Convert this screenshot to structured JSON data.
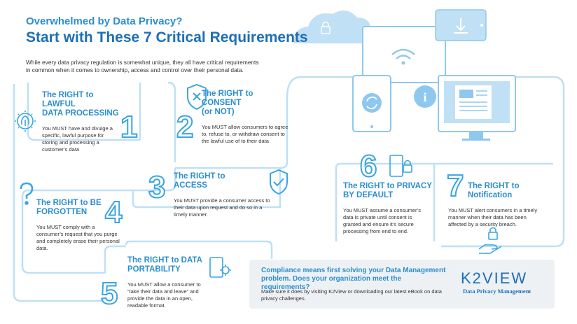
{
  "header": {
    "line1": "Overwhelmed by Data Privacy?",
    "line2": "Start with These 7 Critical Requirements",
    "intro": "While every data privacy regulation is somewhat unique, they all have critical requirements in common when it comes to ownership, access and control over their personal data."
  },
  "items": [
    {
      "number": "1",
      "title_a": "The RIGHT to LAWFUL",
      "title_b": "DATA PROCESSING",
      "body": "You MUST have and divulge a specific, lawful purpose for storing and processing a customer’s data"
    },
    {
      "number": "2",
      "title_a": "The RIGHT to CONSENT",
      "title_b": "(or NOT)",
      "body": "You MUST allow consumers to agree to, refuse to, or withdraw consent to the lawful use of to their data"
    },
    {
      "number": "3",
      "title_a": "The RIGHT to",
      "title_b": "ACCESS",
      "body": "You MUST provide a consumer access to their data upon request and do so in a timely manner."
    },
    {
      "number": "4",
      "title_a": "The RIGHT to BE",
      "title_b": "FORGOTTEN",
      "body": "You MUST comply with a consumer’s request that you purge and completely erase their personal data."
    },
    {
      "number": "5",
      "title_a": "The RIGHT to DATA",
      "title_b": "PORTABILITY",
      "body": "You MUST allow a consumer to “take their data and leave” and provide the data in an open, readable format."
    },
    {
      "number": "6",
      "title_a": "The RIGHT to PRIVACY",
      "title_b": "BY DEFAULT",
      "body": "You MUST assume a consumer’s data is private until consent is granted and ensure it’s secure processing from end to end."
    },
    {
      "number": "7",
      "title_a": "The RIGHT to",
      "title_b": "Notification",
      "body": "You MUST alert consumers in a timely manner when their data has been affected by a security breach."
    }
  ],
  "cta": {
    "headline": "Compliance means first solving your Data Management problem. Does your organization meet the requirements?",
    "body": "Make sure it does by visiting K2View or downloading our latest eBook on data privacy challenges."
  },
  "logo": {
    "name": "K2VIEW",
    "tagline": "Data Privacy Management"
  },
  "colors": {
    "accent": "#2b8ed1",
    "dark_accent": "#1d6fb5",
    "line": "#8ec8ee",
    "cta_bg": "#eef1f4"
  }
}
